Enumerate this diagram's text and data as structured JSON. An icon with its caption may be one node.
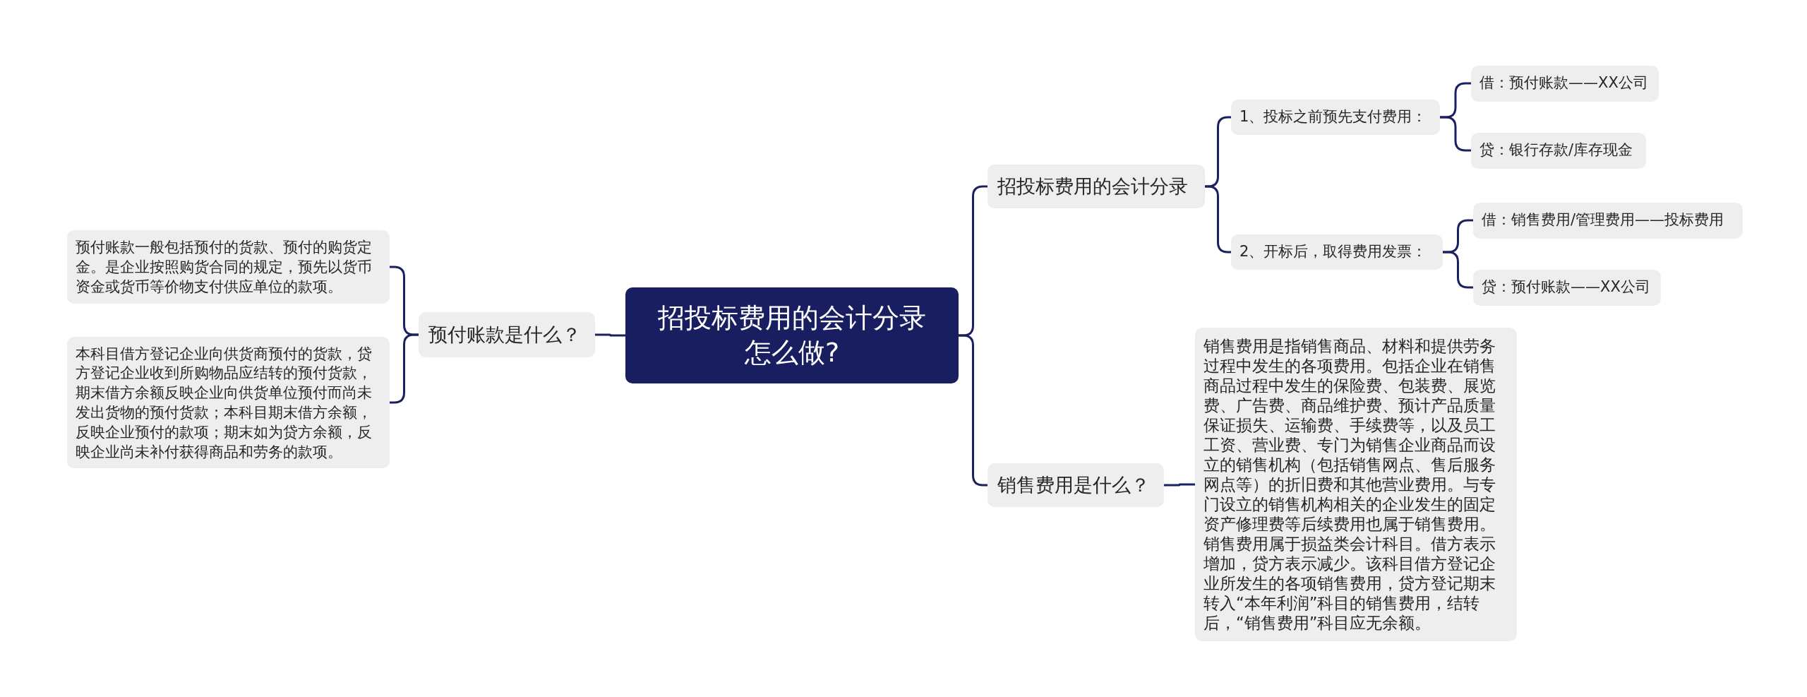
{
  "diagram": {
    "nodes": [
      {
        "text": [
          "招投标费用的会计分录怎么做?"
        ]
      },
      {
        "text": [
          "招投标费用的会计分录"
        ]
      },
      {
        "text": [
          "1、投标之前预先支付费用："
        ]
      },
      {
        "text": [
          "借：预付账款——XX公司"
        ]
      },
      {
        "text": [
          "贷：银行存款/库存现金"
        ]
      },
      {
        "text": [
          "2、开标后，取得费用发票："
        ]
      },
      {
        "text": [
          "借：销售费用/管理费用——投标费用"
        ]
      },
      {
        "text": [
          "贷：预付账款——XX公司"
        ]
      },
      {
        "text": [
          "销售费用是什么？"
        ]
      },
      {
        "text": [
          "销售费用是指销售商品、材料和提供劳务过程中发生的各项费用。包括企业在销售商品过程中发生的保险费、包装费、展览费、广告费、商品维护费、预计产品质量保证损失、运输费、手续费等，以及员工工资、营业费、专门为销售企业商品而设立的销售机构（包括销售网点、售后服务网点等）的折旧费和其他营业费用。与专门设立的销售机构相关的企业发生的固定资产修理费等后续费用也属于销售费用。销售费用属于损益类会计科目。借方表示增加，贷方表示减少。该科目借方登记企业所发生的各项销售费用，贷方登记期末转入“本年利润”科目的销售费用，结转后，“销售费用”科目应无余额。"
        ]
      },
      {
        "text": [
          "预付账款是什么？"
        ]
      },
      {
        "text": [
          "预付账款一般包括预付的货款、预付的购货定金。是企业按照购货合同的规定，预先以货币资金或货币等价物支付供应单位的款项。"
        ]
      },
      {
        "text": [
          "本科目借方登记企业向供货商预付的货款，贷方登记企业收到所购物品应结转的预付货款，期末借方余额反映企业向供货单位预付而尚未发出货物的预付货款；本科目期末借方余额，反映企业预付的款项；期末如为贷方余额，反映企业尚未补付获得商品和劳务的款项。"
        ]
      }
    ],
    "edges": [
      {
        "from": 0,
        "to": 1,
        "arrow": "none"
      },
      {
        "from": 1,
        "to": 2,
        "arrow": "none"
      },
      {
        "from": 2,
        "to": 3,
        "arrow": "none"
      },
      {
        "from": 2,
        "to": 4,
        "arrow": "none"
      },
      {
        "from": 1,
        "to": 5,
        "arrow": "none"
      },
      {
        "from": 5,
        "to": 6,
        "arrow": "none"
      },
      {
        "from": 5,
        "to": 7,
        "arrow": "none"
      },
      {
        "from": 0,
        "to": 8,
        "arrow": "none"
      },
      {
        "from": 8,
        "to": 9,
        "arrow": "none"
      },
      {
        "from": 0,
        "to": 10,
        "arrow": "none"
      },
      {
        "from": 10,
        "to": 11,
        "arrow": "none"
      },
      {
        "from": 10,
        "to": 12,
        "arrow": "none"
      }
    ]
  }
}
